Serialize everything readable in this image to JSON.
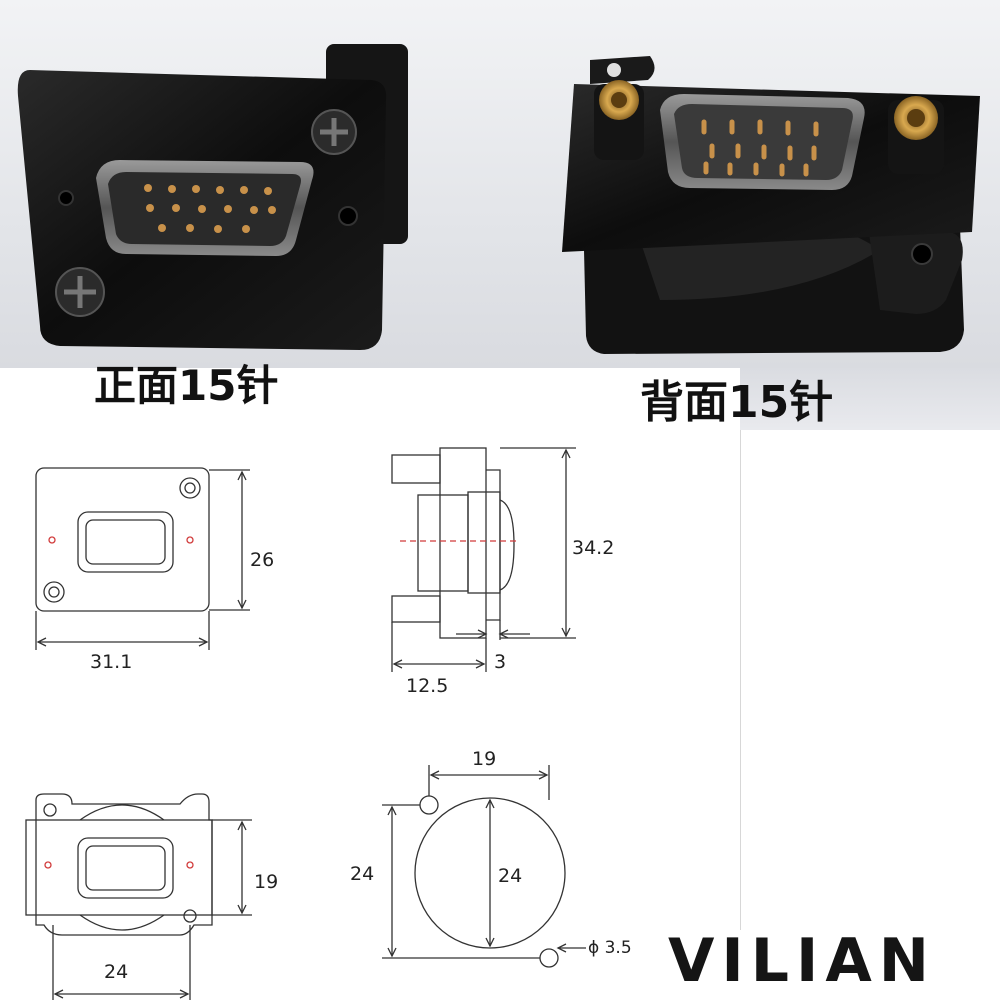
{
  "photos": {
    "front_label": "正面15针",
    "back_label": "背面15针"
  },
  "drawings": {
    "front_view": {
      "width": "31.1",
      "height": "26"
    },
    "side_view": {
      "height": "34.2",
      "depth": "12.5",
      "flange": "3"
    },
    "back_view": {
      "width": "24",
      "height": "19"
    },
    "cutout": {
      "spacing": "19",
      "height": "24",
      "diameter": "24",
      "hole": "ϕ 3.5"
    }
  },
  "brand": {
    "name": "VILIAN"
  },
  "colors": {
    "photo_background": "#e6e8ec",
    "connector_body": "#111111",
    "pin_gold": "#c8914a",
    "drawing_line": "#333333",
    "centerline": "#d13b3b"
  }
}
